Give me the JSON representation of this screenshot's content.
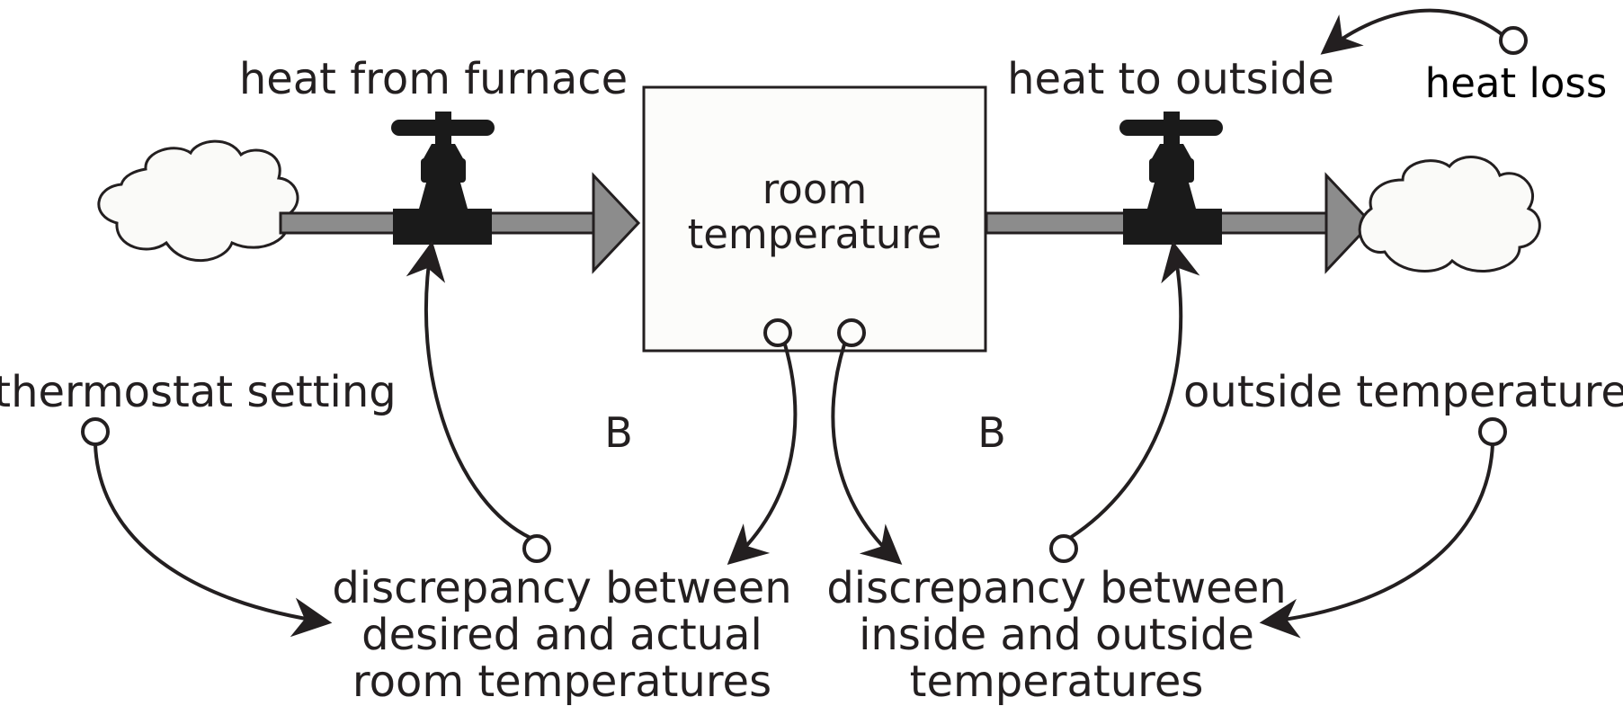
{
  "diagram": {
    "stock": {
      "label_line1": "room",
      "label_line2": "temperature"
    },
    "inflow": {
      "label": "heat from furnace"
    },
    "outflow": {
      "label": "heat to outside"
    },
    "auxiliaries": {
      "thermostat": "thermostat setting",
      "outside_temp": "outside temperature",
      "heat_loss": "heat loss",
      "discrepancy_left": {
        "line1": "discrepancy between",
        "line2": "desired and actual",
        "line3": "room temperatures"
      },
      "discrepancy_right": {
        "line1": "discrepancy between",
        "line2": "inside and outside",
        "line3": "temperatures"
      }
    },
    "loops": {
      "left": "B",
      "right": "B"
    },
    "colors": {
      "ink": "#231f20",
      "pipe": "#8c8c8c",
      "cloud_fill": "#fafaf8",
      "box_fill": "#fcfcfa"
    }
  }
}
